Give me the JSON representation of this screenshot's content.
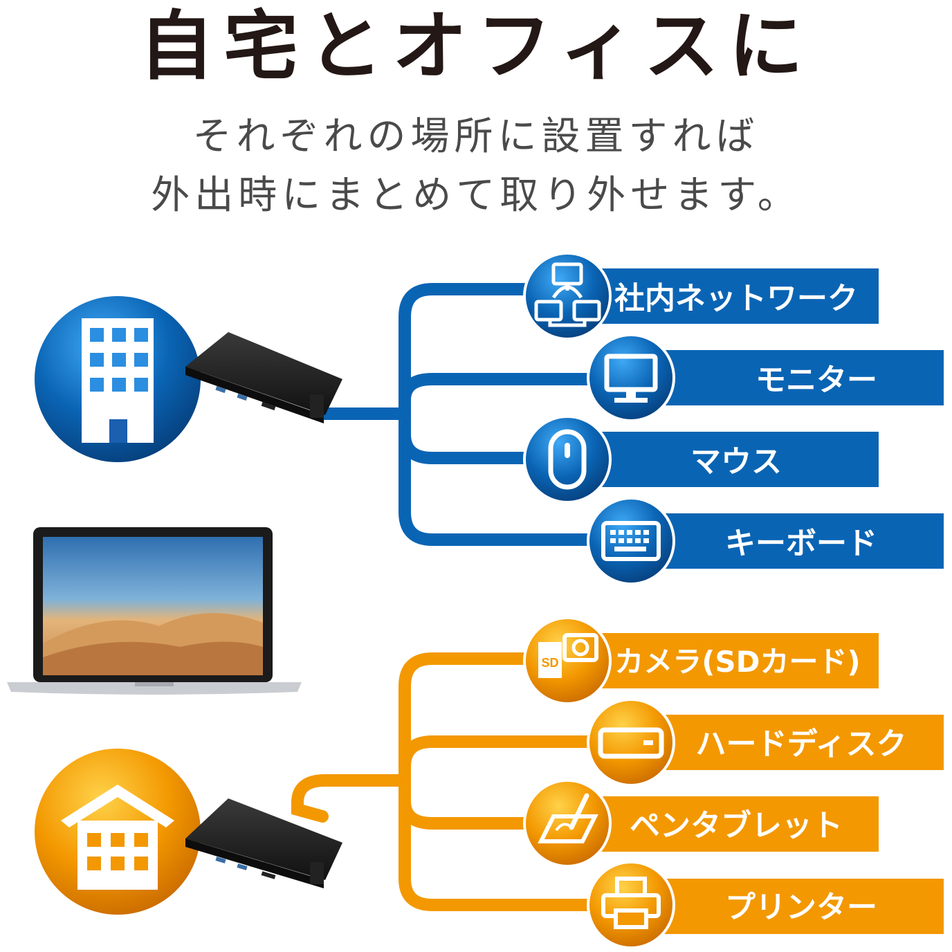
{
  "title": "自宅とオフィスに",
  "subtitle_lines": [
    "それぞれの場所に設置すれば",
    "外出時にまとめて取り外せます。"
  ],
  "office": {
    "icon": "office-building-icon",
    "color": "#0a64b4",
    "items": [
      {
        "label": "社内ネットワーク",
        "icon": "network-icon"
      },
      {
        "label": "モニター",
        "icon": "monitor-icon"
      },
      {
        "label": "マウス",
        "icon": "mouse-icon"
      },
      {
        "label": "キーボード",
        "icon": "keyboard-icon"
      }
    ]
  },
  "home": {
    "icon": "house-icon",
    "color": "#f39800",
    "items": [
      {
        "label": "カメラ(SDカード)",
        "icon": "camera-sd-icon",
        "badge": "SD"
      },
      {
        "label": "ハードディスク",
        "icon": "hard-disk-icon"
      },
      {
        "label": "ペンタブレット",
        "icon": "pen-tablet-icon"
      },
      {
        "label": "プリンター",
        "icon": "printer-icon"
      }
    ]
  },
  "laptop_icon": "laptop-icon",
  "hub_icon": "usb-hub-icon"
}
